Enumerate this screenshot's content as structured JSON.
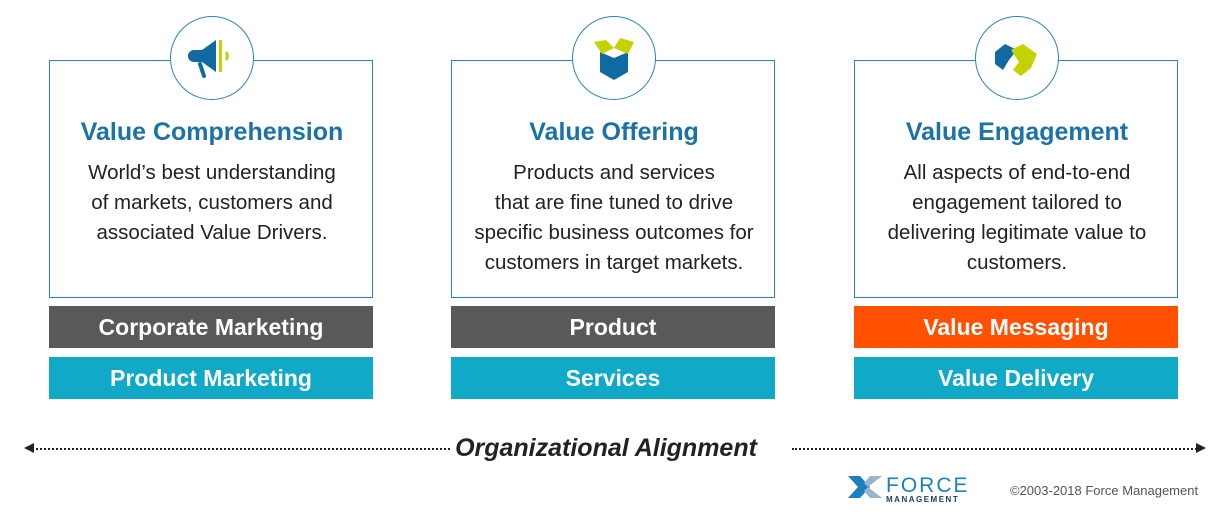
{
  "columns": [
    {
      "title": "Value Comprehension",
      "desc": [
        "World’s best understanding",
        "of markets, customers and",
        "associated Value Drivers."
      ],
      "icon": "megaphone-icon",
      "bar1": "Corporate Marketing",
      "bar2": "Product Marketing",
      "bar1_color": "#58595b"
    },
    {
      "title": "Value Offering",
      "desc": [
        "Products and services",
        "that are fine tuned to drive",
        "specific business outcomes for",
        "customers in target markets."
      ],
      "icon": "open-box-icon",
      "bar1": "Product",
      "bar2": "Services",
      "bar1_color": "#58595b"
    },
    {
      "title": "Value Engagement",
      "desc": [
        "All aspects of end-to-end",
        "engagement tailored to",
        "delivering legitimate value to",
        "customers."
      ],
      "icon": "handshake-icon",
      "bar1": "Value Messaging",
      "bar2": "Value Delivery",
      "bar1_color": "#ff5100"
    }
  ],
  "axis_label": "Organizational Alignment",
  "logo": {
    "line1": "FORCE",
    "line2": "MANAGEMENT"
  },
  "copyright": "©2003-2018 Force Management"
}
